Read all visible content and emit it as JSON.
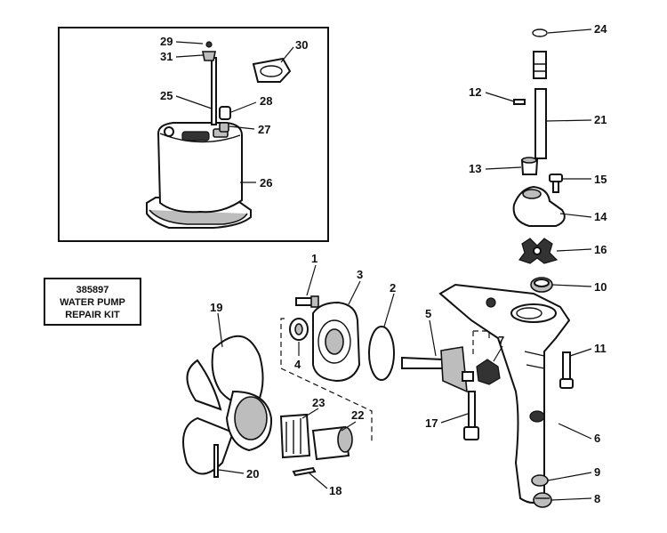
{
  "diagram": {
    "kit_box": {
      "line1": "385897",
      "line2": "WATER PUMP",
      "line3": "REPAIR KIT"
    },
    "callouts": [
      {
        "id": "1",
        "label": "1"
      },
      {
        "id": "2",
        "label": "2"
      },
      {
        "id": "3",
        "label": "3"
      },
      {
        "id": "4",
        "label": "4"
      },
      {
        "id": "5",
        "label": "5"
      },
      {
        "id": "6",
        "label": "6"
      },
      {
        "id": "7",
        "label": "7"
      },
      {
        "id": "8",
        "label": "8"
      },
      {
        "id": "9",
        "label": "9"
      },
      {
        "id": "10",
        "label": "10"
      },
      {
        "id": "11",
        "label": "11"
      },
      {
        "id": "12",
        "label": "12"
      },
      {
        "id": "13",
        "label": "13"
      },
      {
        "id": "14",
        "label": "14"
      },
      {
        "id": "15",
        "label": "15"
      },
      {
        "id": "16",
        "label": "16"
      },
      {
        "id": "17",
        "label": "17"
      },
      {
        "id": "18",
        "label": "18"
      },
      {
        "id": "19",
        "label": "19"
      },
      {
        "id": "20",
        "label": "20"
      },
      {
        "id": "21",
        "label": "21"
      },
      {
        "id": "22",
        "label": "22"
      },
      {
        "id": "23",
        "label": "23"
      },
      {
        "id": "24",
        "label": "24"
      },
      {
        "id": "25",
        "label": "25"
      },
      {
        "id": "26",
        "label": "26"
      },
      {
        "id": "27",
        "label": "27"
      },
      {
        "id": "28",
        "label": "28"
      },
      {
        "id": "29",
        "label": "29"
      },
      {
        "id": "30",
        "label": "30"
      },
      {
        "id": "31",
        "label": "31"
      }
    ]
  }
}
